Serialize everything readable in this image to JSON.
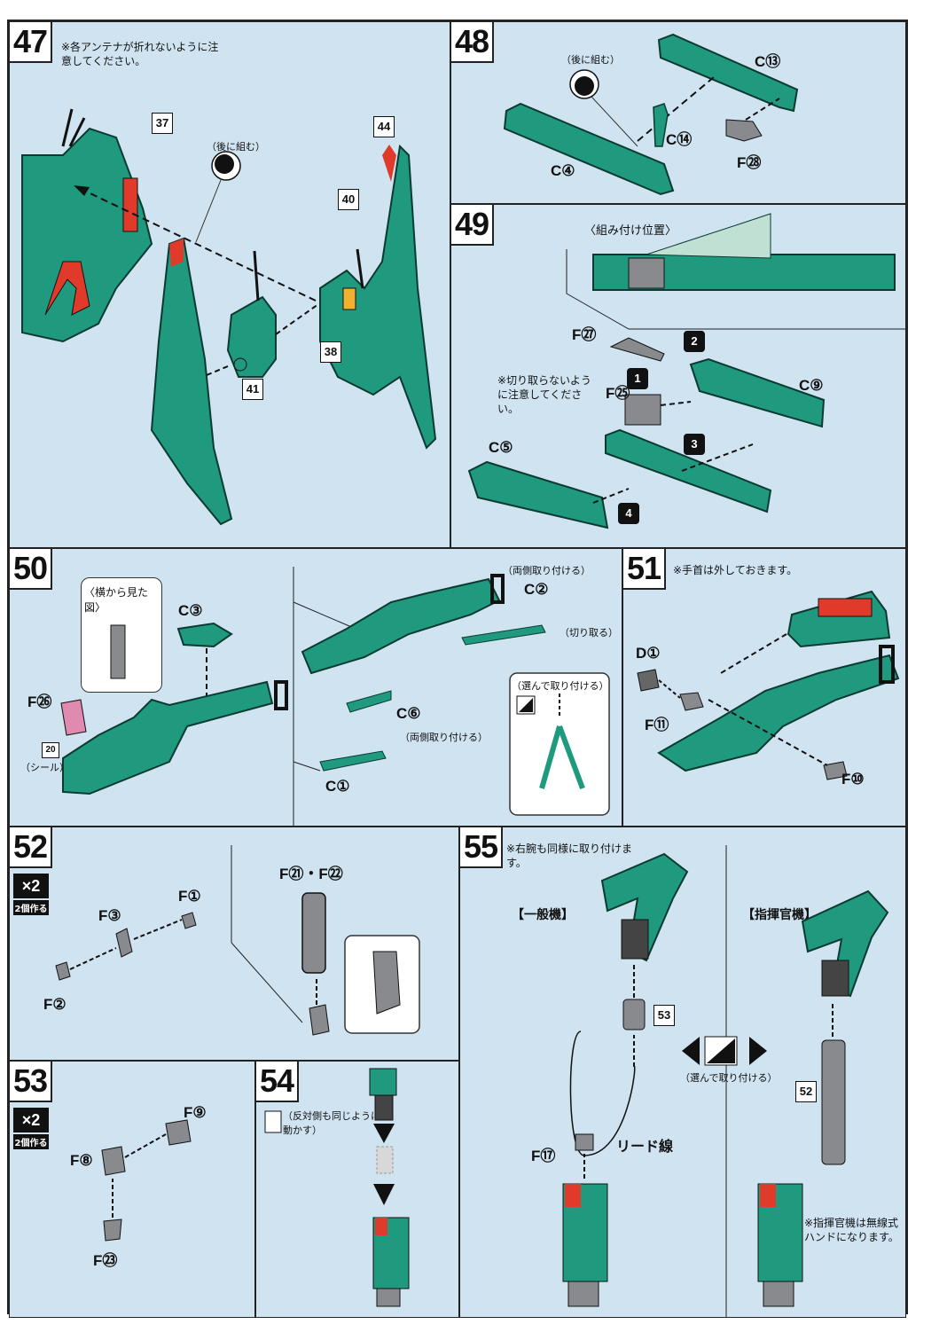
{
  "colors": {
    "part_green": "#1f9a7e",
    "part_dark": "#0d5e4b",
    "accent_red": "#e03a2a",
    "gray": "#888a8e",
    "bg_blue": "#cfe3f1"
  },
  "steps": {
    "s47": {
      "number": "47",
      "note": "※各アンテナが折れないように注意してください。",
      "later_label": "（後に組む）",
      "parts": [
        "37",
        "44",
        "40",
        "38",
        "41"
      ]
    },
    "s48": {
      "number": "48",
      "later_label": "（後に組む）",
      "labels": [
        "C⑬",
        "C⑭",
        "C④",
        "F㉘"
      ]
    },
    "s49": {
      "number": "49",
      "position_label": "〈組み付け位置〉",
      "note": "※切り取らないように注意してください。",
      "labels": [
        "F㉗",
        "F㉕",
        "C⑨",
        "C⑤"
      ],
      "order": [
        "1",
        "2",
        "3",
        "4"
      ]
    },
    "s50": {
      "number": "50",
      "side_view": "〈横から見た図〉",
      "labels": [
        "C③",
        "F㉖",
        "C②",
        "C⑥",
        "C①"
      ],
      "both_sides_1": "（両側取り付ける）",
      "cut": "（切り取る）",
      "choose": "（選んで取り付ける）",
      "both_sides_2": "（両側取り付ける）",
      "sticker_no": "20",
      "sticker": "（シール）"
    },
    "s51": {
      "number": "51",
      "note": "※手首は外しておきます。",
      "labels": [
        "D①",
        "F⑪",
        "F⑩"
      ]
    },
    "s52": {
      "number": "52",
      "mult": "×2",
      "make": "2個作る",
      "labels": [
        "F①",
        "F③",
        "F②",
        "F㉑・F㉒"
      ]
    },
    "s53": {
      "number": "53",
      "mult": "×2",
      "make": "2個作る",
      "labels": [
        "F⑨",
        "F⑧",
        "F㉓"
      ]
    },
    "s54": {
      "number": "54",
      "note": "（反対側も同じように動かす）"
    },
    "s55": {
      "number": "55",
      "note": "※右腕も同様に取り付けます。",
      "general": "【一般機】",
      "commander": "【指揮官機】",
      "choose": "（選んで取り付ける）",
      "lead_wire": "リード線",
      "labels": [
        "F⑰"
      ],
      "box_53": "53",
      "box_52": "52",
      "commander_note": "※指揮官機は無線式ハンドになります。"
    }
  }
}
